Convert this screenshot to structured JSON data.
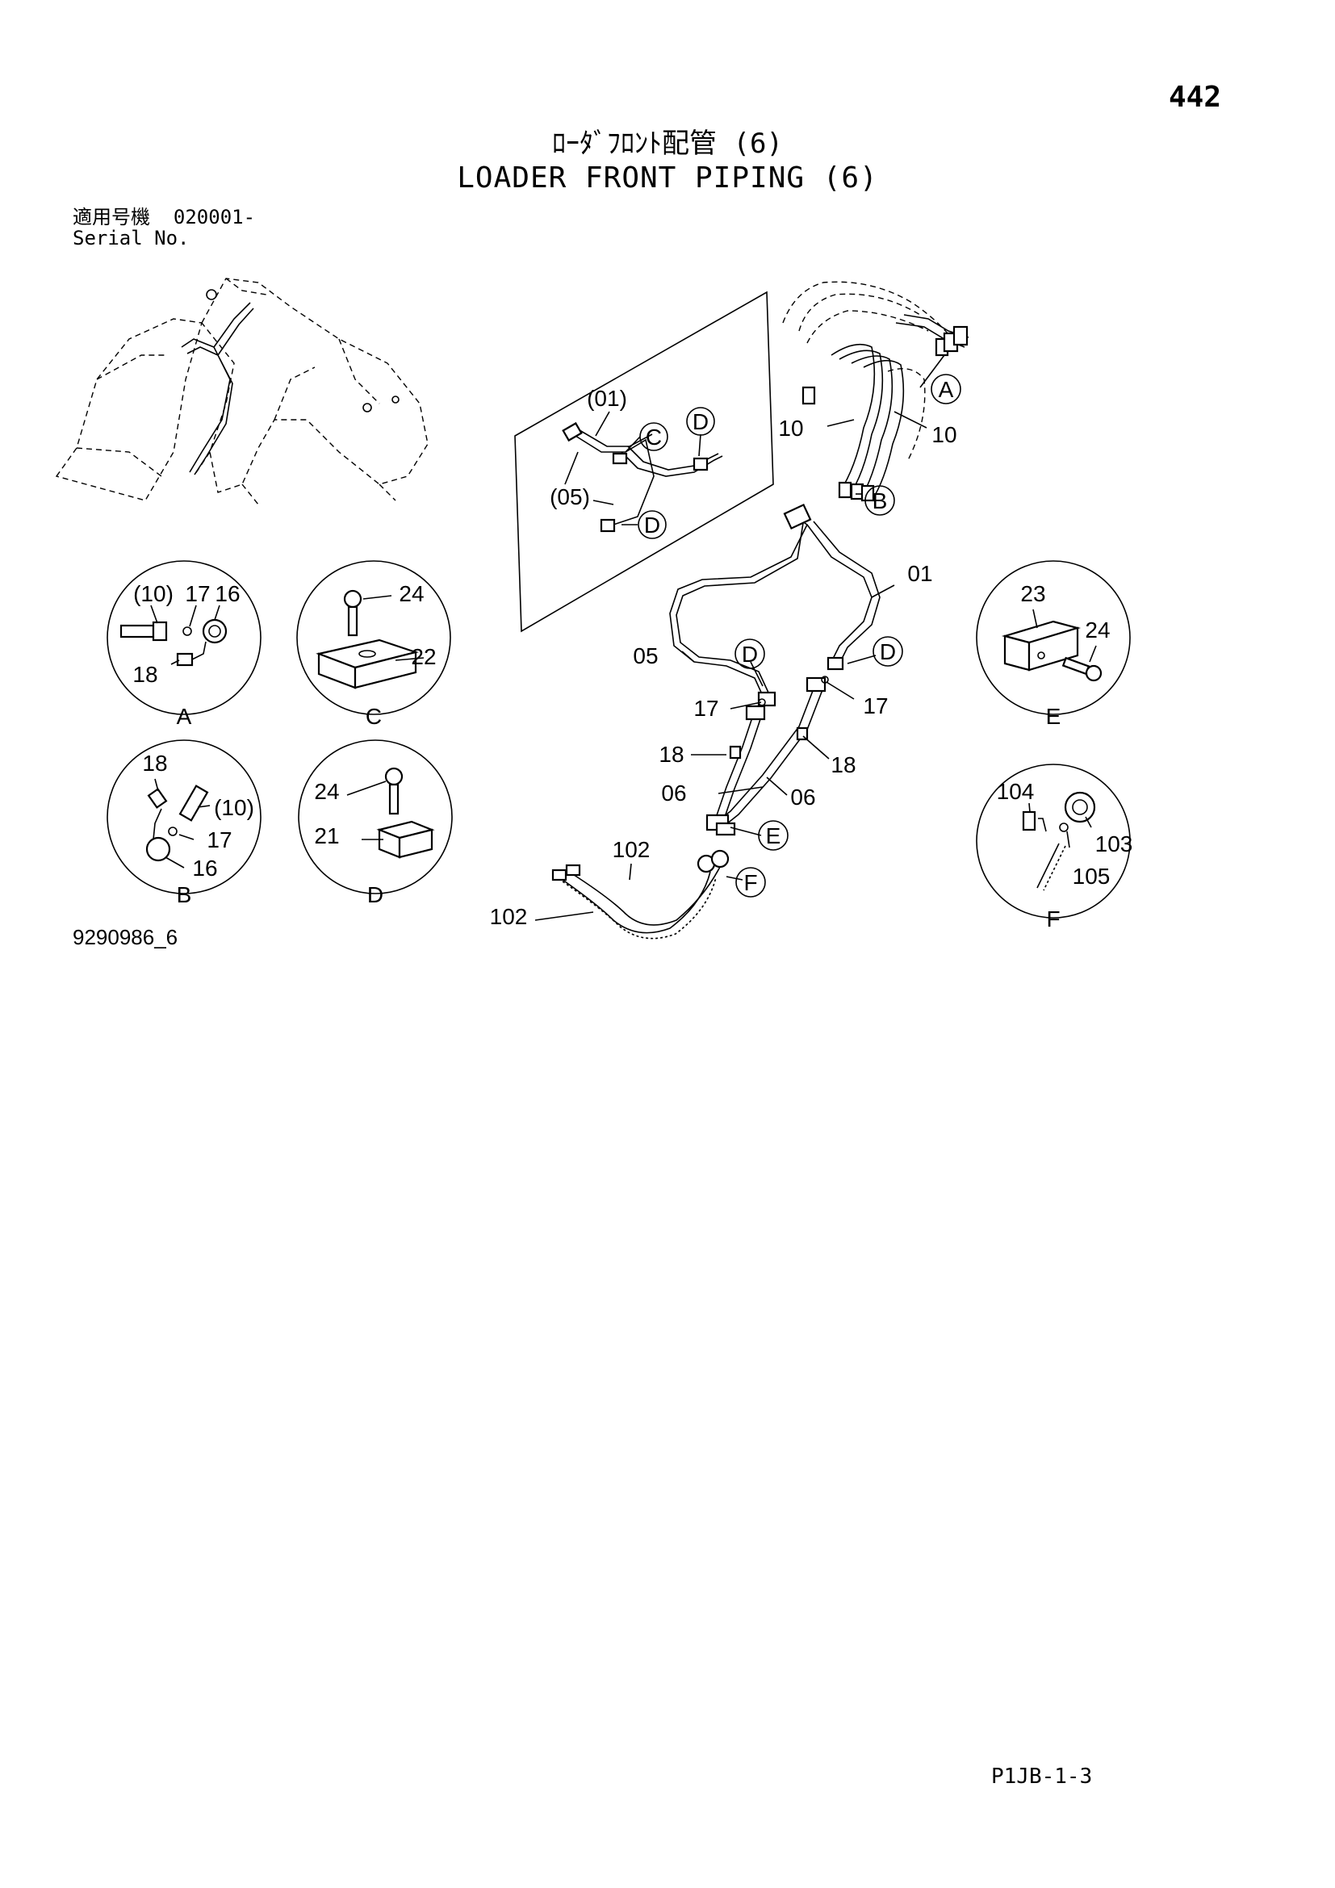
{
  "header": {
    "page_number": "442",
    "title_jp": "ﾛｰﾀﾞﾌﾛﾝﾄ配管 (6)",
    "title_en": "LOADER FRONT PIPING (6)",
    "serial_label_jp": "適用号機",
    "serial_range": "020001-",
    "serial_label_en": "Serial No."
  },
  "footer": {
    "drawing_number": "9290986_6",
    "page_code": "P1JB-1-3"
  },
  "main_callouts": {
    "p01_inset": "(01)",
    "p05_inset": "(05)",
    "c_inset": "C",
    "d_inset_1": "D",
    "d_inset_2": "D",
    "a_ref": "A",
    "b_ref": "B",
    "p10_left": "10",
    "p10_right": "10",
    "p01": "01",
    "p05": "05",
    "d_ref_1": "D",
    "d_ref_2": "D",
    "p17_left": "17",
    "p17_right": "17",
    "p18_left": "18",
    "p18_right": "18",
    "p06_left": "06",
    "p06_right": "06",
    "e_ref": "E",
    "p102_top": "102",
    "p102_left": "102",
    "f_ref": "F"
  },
  "details": {
    "A": {
      "view": "A",
      "labels": {
        "p10": "(10)",
        "p17": "17",
        "p16": "16",
        "p18": "18"
      }
    },
    "B": {
      "view": "B",
      "labels": {
        "p18": "18",
        "p10": "(10)",
        "p17": "17",
        "p16": "16"
      }
    },
    "C": {
      "view": "C",
      "labels": {
        "p24": "24",
        "p22": "22"
      }
    },
    "D": {
      "view": "D",
      "labels": {
        "p24": "24",
        "p21": "21"
      }
    },
    "E": {
      "view": "E",
      "labels": {
        "p23": "23",
        "p24": "24"
      }
    },
    "F": {
      "view": "F",
      "labels": {
        "p104": "104",
        "p103": "103",
        "p105": "105"
      }
    }
  }
}
